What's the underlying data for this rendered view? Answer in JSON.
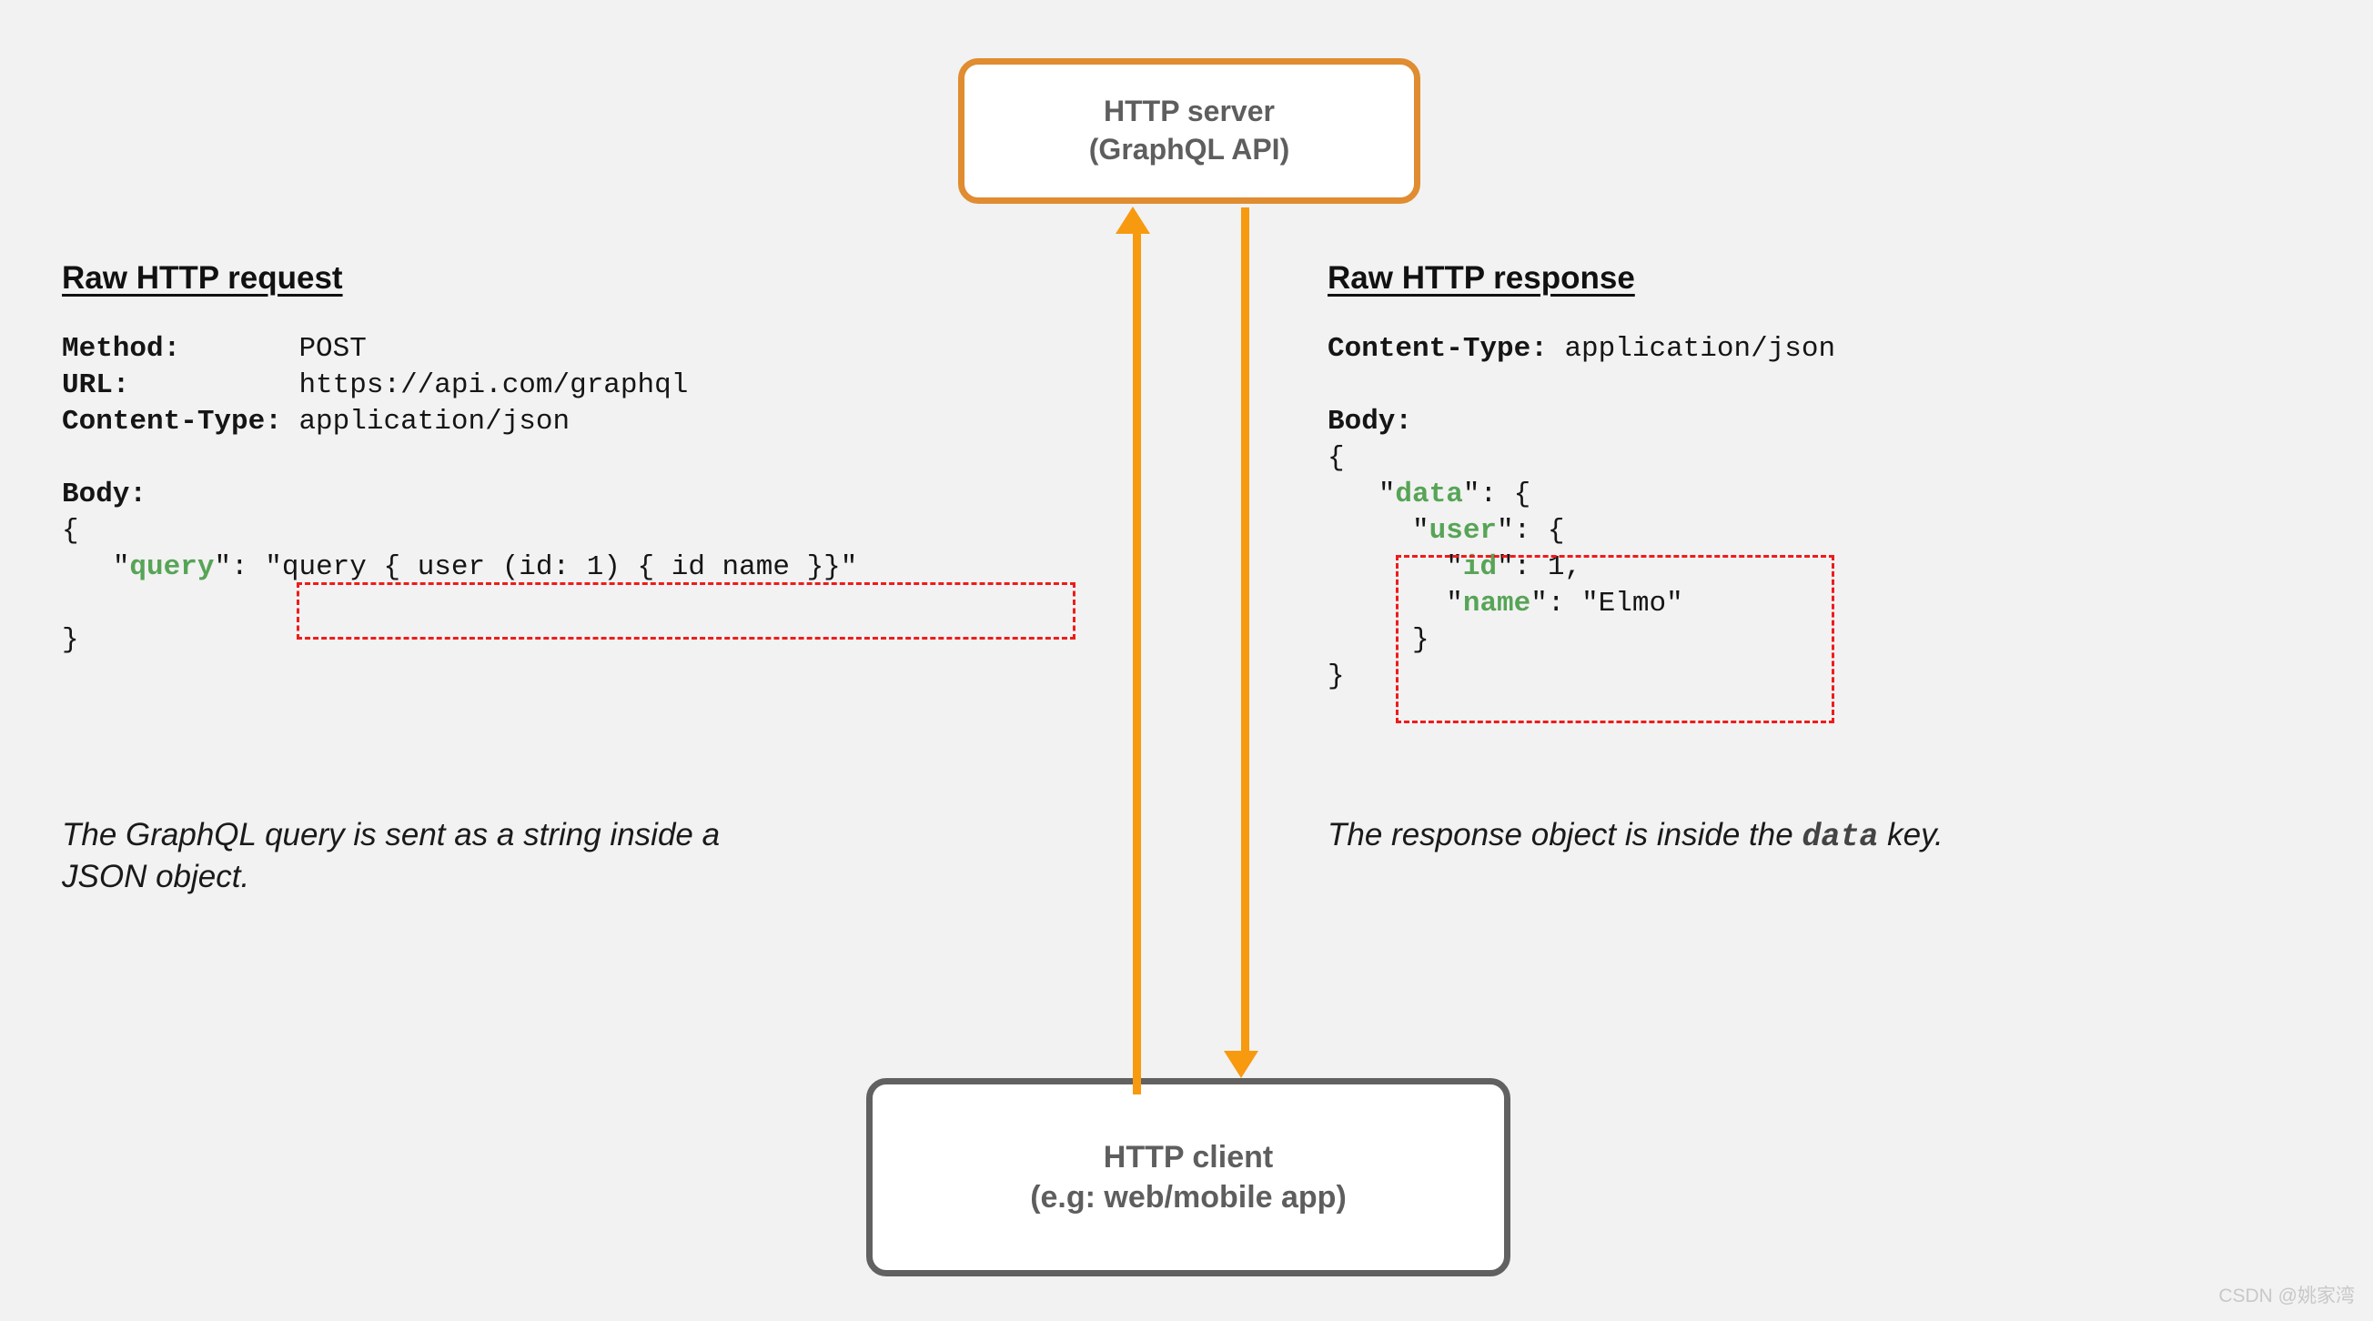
{
  "canvas": {
    "background": "#f2f2f2",
    "accent_orange": "#f79a10",
    "server_border": "#e08c30",
    "client_border": "#616161",
    "highlight_red": "#ef1b1b",
    "json_key_green": "#57a457"
  },
  "nodes": {
    "server": {
      "line1": "HTTP server",
      "line2": "(GraphQL API)"
    },
    "client": {
      "line1": "HTTP client",
      "line2": "(e.g: web/mobile app)"
    }
  },
  "request": {
    "heading": "Raw HTTP request",
    "fields": [
      {
        "label": "Method:       ",
        "value": "POST"
      },
      {
        "label": "URL:          ",
        "value": "https://api.com/graphql"
      },
      {
        "label": "Content-Type: ",
        "value": "application/json"
      }
    ],
    "body_label": "Body:",
    "body_open": "{",
    "body_indent": "   ",
    "body_key_quote_open": "\"",
    "body_key": "query",
    "body_key_quote_close": "\"",
    "body_colon": ": ",
    "body_value": "\"query { user (id: 1) { id name }}\"",
    "body_close": "}",
    "caption_text": "The GraphQL query is sent as a string inside a JSON object."
  },
  "response": {
    "heading": "Raw HTTP response",
    "fields": [
      {
        "label": "Content-Type: ",
        "value": "application/json"
      }
    ],
    "body_label": "Body:",
    "lines": [
      {
        "indent": "",
        "prefix": "{",
        "key": "",
        "suffix": ""
      },
      {
        "indent": "   ",
        "prefix": "\"",
        "key": "data",
        "suffix": "\": {"
      },
      {
        "indent": "     ",
        "prefix": "\"",
        "key": "user",
        "suffix": "\": {"
      },
      {
        "indent": "       ",
        "prefix": "\"",
        "key": "id",
        "suffix": "\": 1,"
      },
      {
        "indent": "       ",
        "prefix": "\"",
        "key": "name",
        "suffix": "\": \"Elmo\""
      },
      {
        "indent": "     ",
        "prefix": "}",
        "key": "",
        "suffix": ""
      },
      {
        "indent": "",
        "prefix": "}",
        "key": "",
        "suffix": ""
      }
    ],
    "caption_before": "The response object is inside the ",
    "caption_mono": "data",
    "caption_after": " key."
  },
  "watermark": "CSDN @姚家湾"
}
